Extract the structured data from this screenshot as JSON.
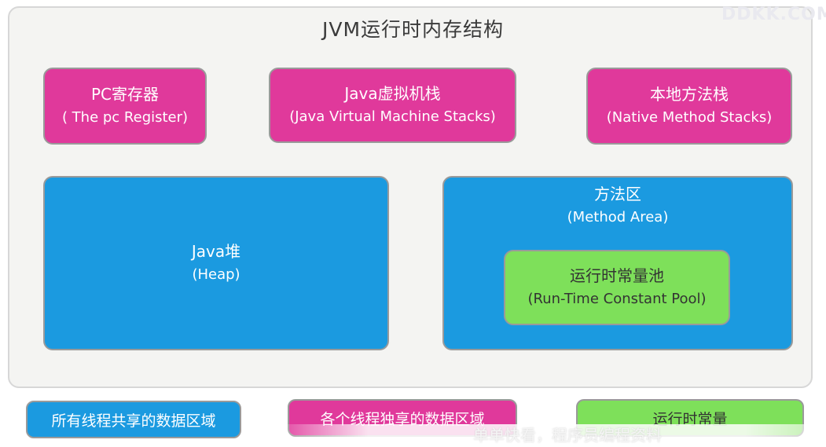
{
  "title": "JVM运行时内存结构",
  "watermark": "DDKK.COM",
  "boxes": {
    "pc_register": {
      "zh": "PC寄存器",
      "en": "( The pc Register)"
    },
    "jvm_stacks": {
      "zh": "Java虚拟机栈",
      "en": "(Java Virtual Machine Stacks)"
    },
    "native_stacks": {
      "zh": "本地方法栈",
      "en": "(Native Method Stacks)"
    },
    "heap": {
      "zh": "Java堆",
      "en": "(Heap)"
    },
    "method_area": {
      "zh": "方法区",
      "en": "(Method Area)"
    },
    "constant_pool": {
      "zh": "运行时常量池",
      "en": "(Run-Time Constant Pool)"
    }
  },
  "legend": {
    "shared": "所有线程共享的数据区域",
    "private": "各个线程独享的数据区域",
    "constant": "运行时常量"
  },
  "banner_text": "单单快看，程序员编程资料",
  "colors": {
    "pink": "#e0399b",
    "blue": "#1b9ae0",
    "green": "#7ee05a"
  }
}
